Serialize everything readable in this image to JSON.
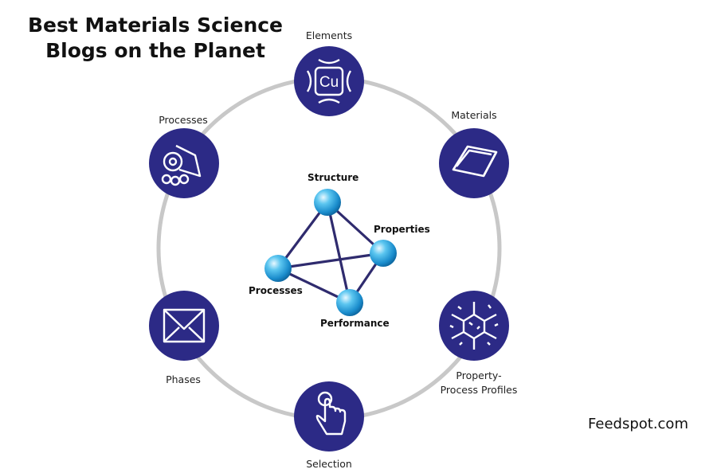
{
  "title": {
    "line1": "Best Materials Science",
    "line2": "Blogs on the Planet"
  },
  "footer": {
    "brand": "Feedspot.com"
  },
  "cycle": {
    "nodes": [
      {
        "label": "Elements",
        "icon": "element-cu-icon",
        "glyph": "Cu"
      },
      {
        "label": "Materials",
        "icon": "material-ingot-icon"
      },
      {
        "label_line1": "Property-",
        "label_line2": "Process Profiles",
        "icon": "microstructure-icon"
      },
      {
        "label": "Selection",
        "icon": "pointing-hand-icon"
      },
      {
        "label": "Phases",
        "icon": "phase-envelope-icon"
      },
      {
        "label": "Processes",
        "icon": "rolling-mill-icon"
      }
    ],
    "ring_color": "#c8c8c8",
    "node_color": "#2c2a86"
  },
  "tetrahedron": {
    "vertices": {
      "top": "Structure",
      "right": "Properties",
      "left": "Processes",
      "bottom": "Performance"
    },
    "edge_color": "#2f2b6e",
    "sphere_color": "#2aa5dc"
  }
}
